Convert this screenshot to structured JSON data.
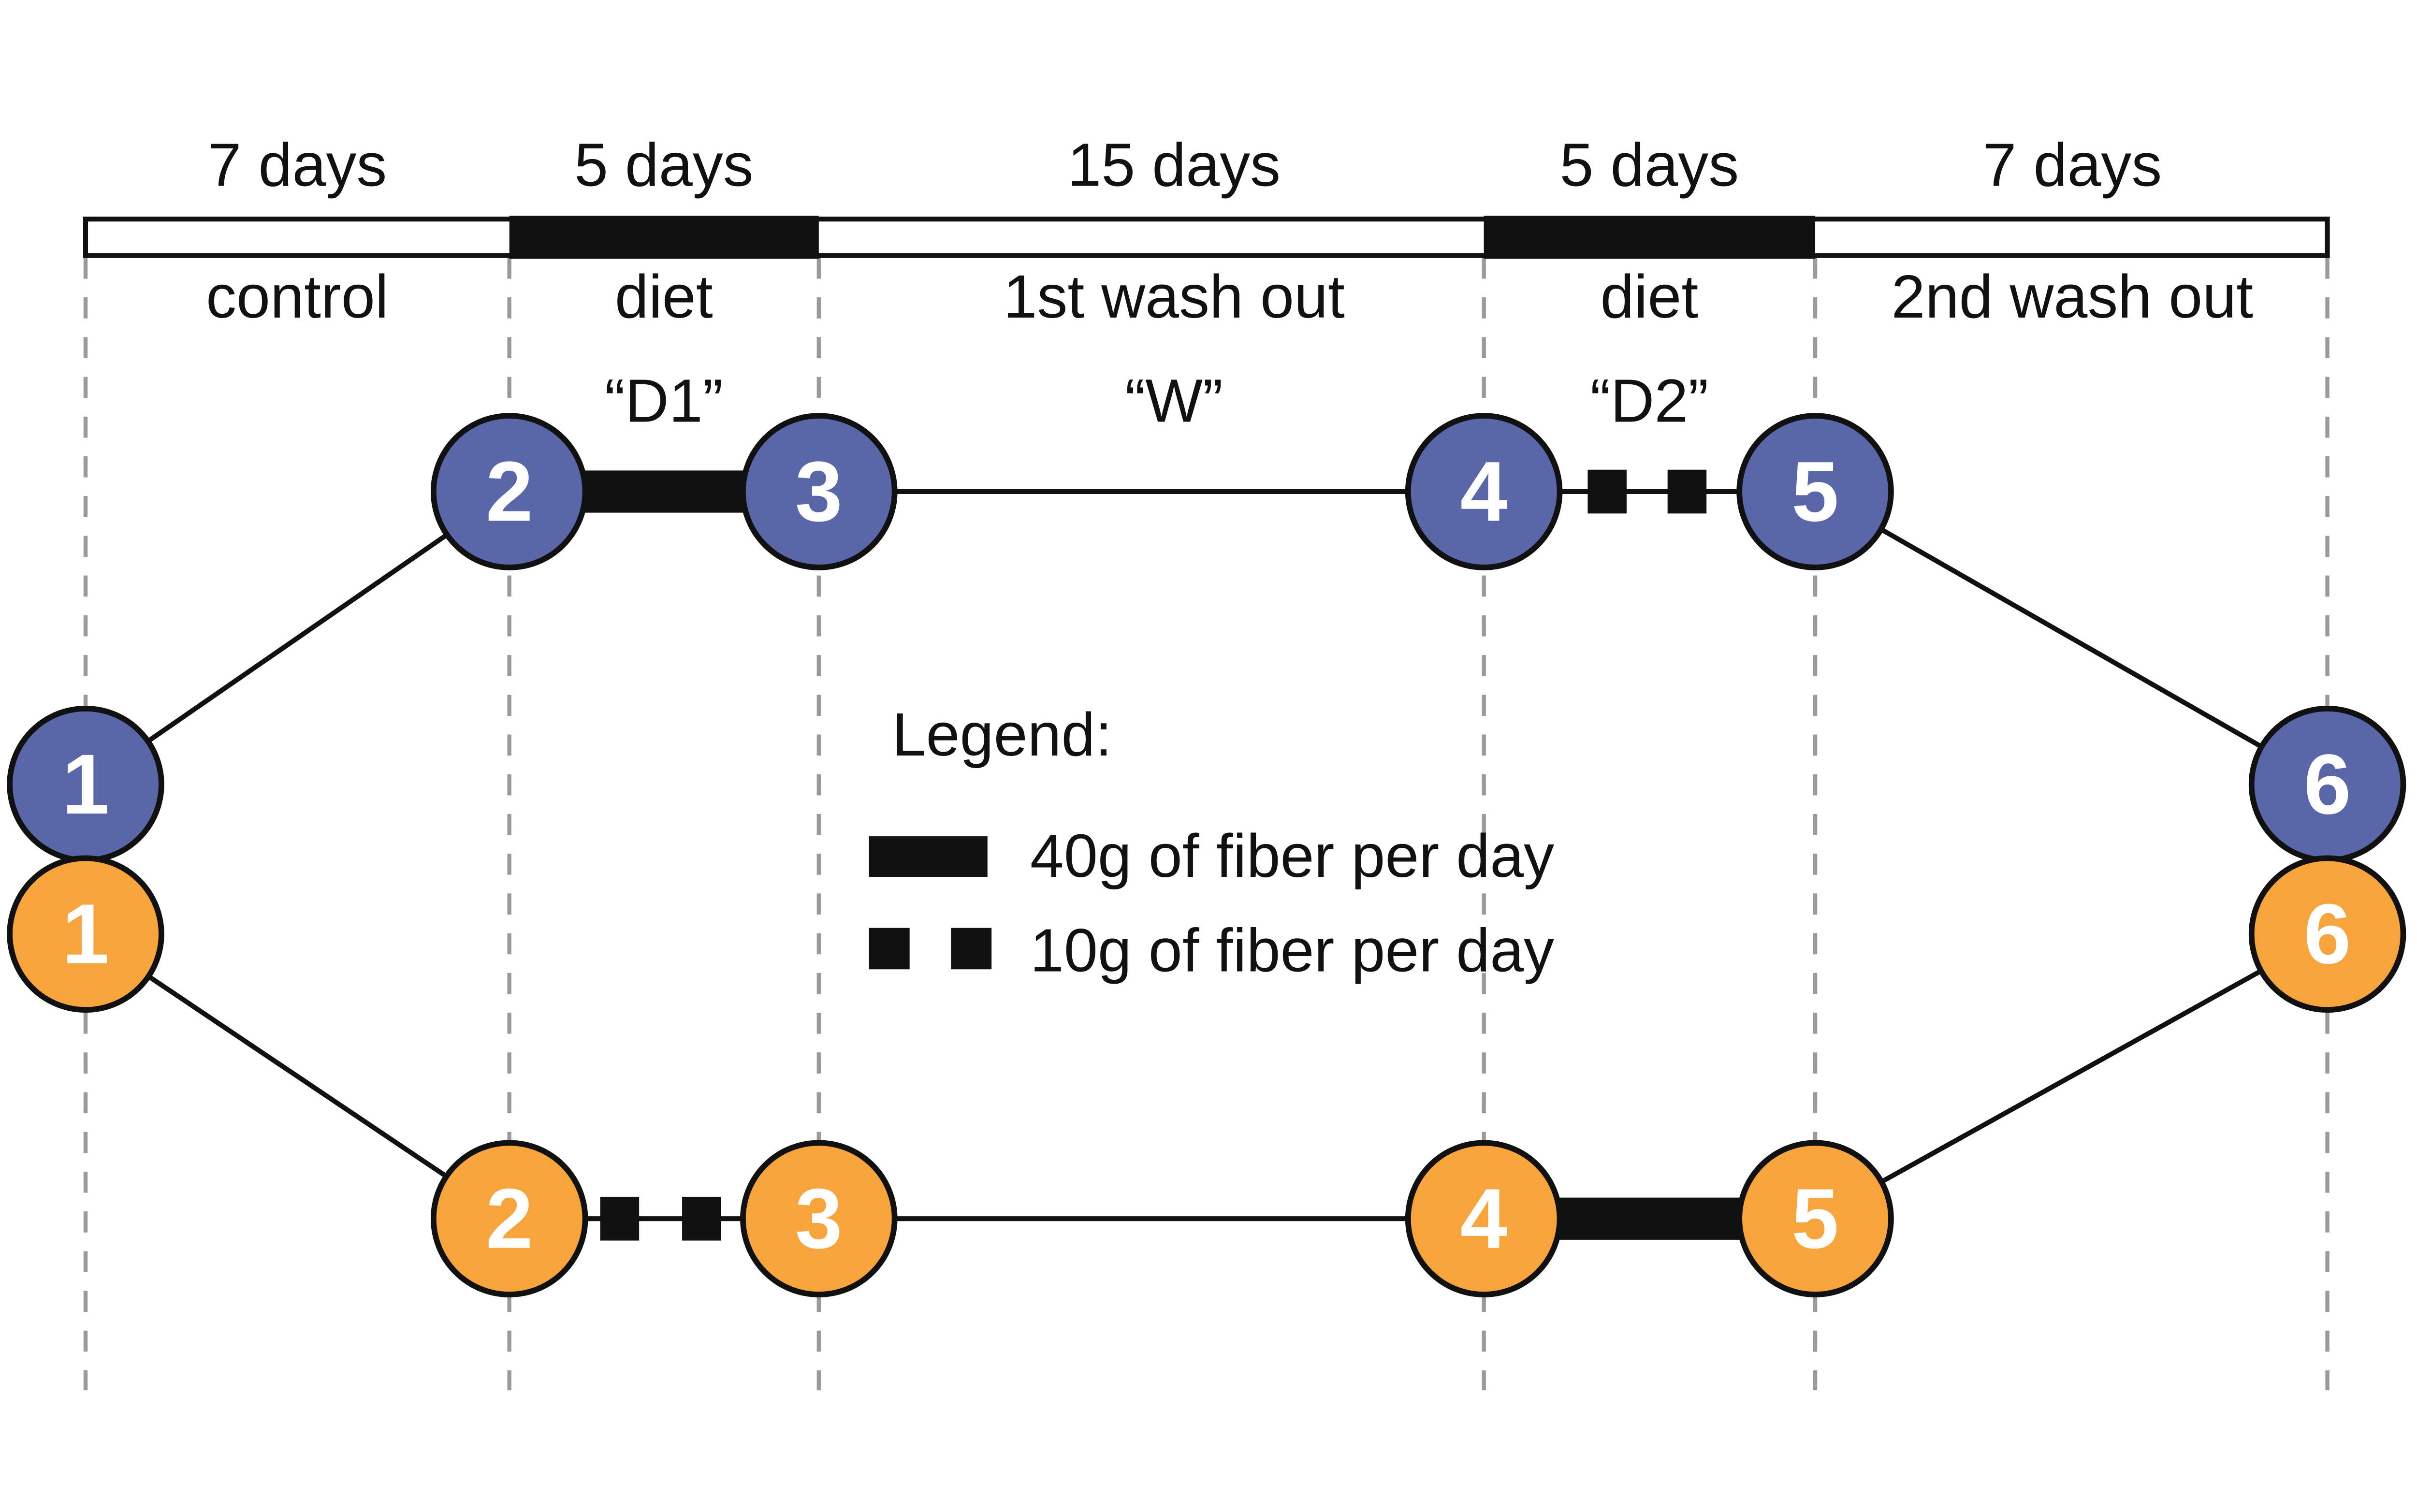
{
  "figure": {
    "title": "crossover dietary fiber study design",
    "type": "study-timeline-diagram"
  },
  "timeline": {
    "phases": [
      {
        "duration": "7 days",
        "name": "control",
        "code": ""
      },
      {
        "duration": "5 days",
        "name": "diet",
        "code": "“D1”"
      },
      {
        "duration": "15 days",
        "name": "1st wash out",
        "code": "“W”"
      },
      {
        "duration": "5 days",
        "name": "diet",
        "code": "“D2”"
      },
      {
        "duration": "7 days",
        "name": "2nd wash out",
        "code": ""
      }
    ]
  },
  "arms": {
    "blue": {
      "color": "#5966A7",
      "nodes": [
        "1",
        "2",
        "3",
        "4",
        "5",
        "6"
      ]
    },
    "orange": {
      "color": "#F6A43B",
      "nodes": [
        "1",
        "2",
        "3",
        "4",
        "5",
        "6"
      ]
    }
  },
  "legend": {
    "title": "Legend:",
    "items": [
      {
        "swatch": "solid-bar-swatch",
        "label": "40g of fiber per day"
      },
      {
        "swatch": "dashed-squares-swatch",
        "label": "10g of fiber per day"
      }
    ]
  },
  "colors": {
    "ink": "#111111",
    "dashed_line": "#9A9A9A",
    "node_text": "#FFFFFF"
  }
}
